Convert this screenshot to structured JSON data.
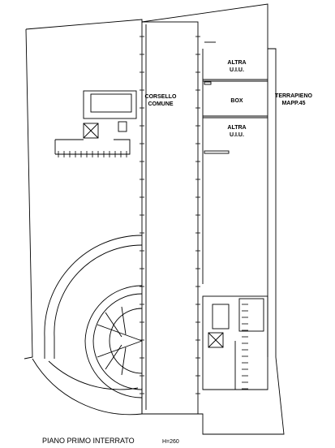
{
  "labels": {
    "corsello_1": "CORSELLO",
    "corsello_2": "COMUNE",
    "altra_top_1": "ALTRA",
    "altra_top_2": "U.I.U.",
    "box": "BOX",
    "altra_bottom_1": "ALTRA",
    "altra_bottom_2": "U.I.U.",
    "terrapieno_1": "TERRAPIENO",
    "terrapieno_2": "MAPP.45"
  },
  "footer": {
    "title": "PIANO PRIMO INTERRATO",
    "height": "H=260"
  }
}
